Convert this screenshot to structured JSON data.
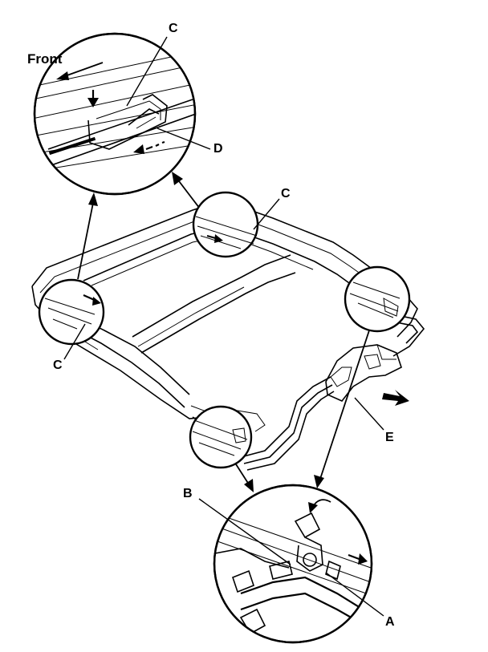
{
  "diagram": {
    "labels": {
      "front": "Front",
      "c_top_inset": "C",
      "d": "D",
      "c_frame_top": "C",
      "c_frame_left": "C",
      "e": "E",
      "b": "B",
      "a": "A"
    }
  }
}
